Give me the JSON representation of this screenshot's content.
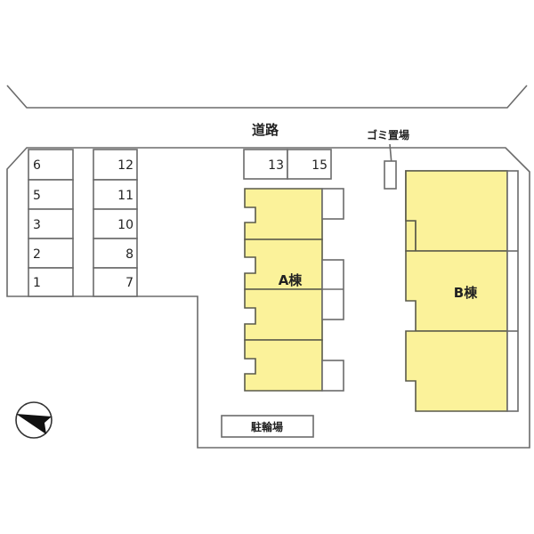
{
  "road": {
    "label": "道路"
  },
  "garbage": {
    "label": "ゴミ置場"
  },
  "bicycle_parking": {
    "label": "駐輪場"
  },
  "building_a": {
    "label": "A棟"
  },
  "building_b": {
    "label": "B棟"
  },
  "parking_left_column": [
    "6",
    "5",
    "3",
    "2",
    "1"
  ],
  "parking_right_column": [
    "12",
    "11",
    "10",
    "8",
    "7"
  ],
  "parking_top": [
    "13",
    "15"
  ],
  "colors": {
    "building_fill": "#fbf29a",
    "outline": "#6b6b6b",
    "background": "#ffffff"
  },
  "compass": {
    "icon": "north-arrow-icon"
  }
}
